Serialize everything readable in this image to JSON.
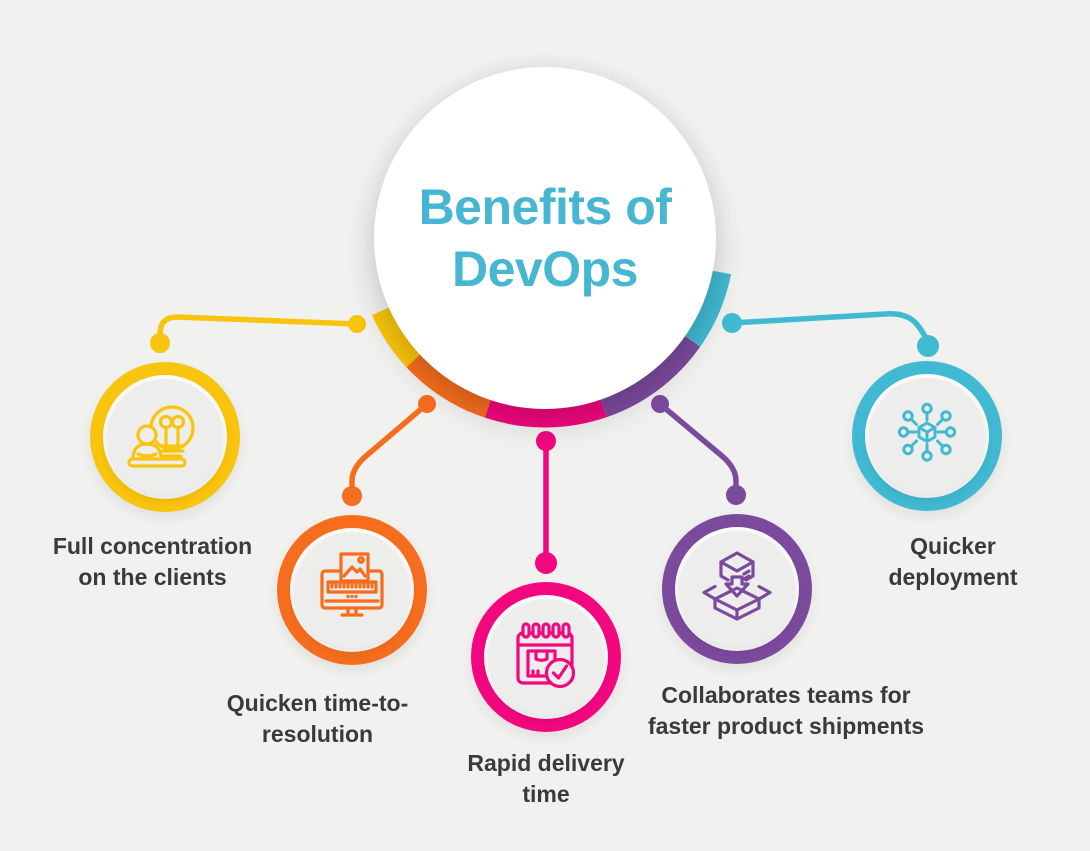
{
  "background_color": "#F1F1EF",
  "text_color": "#3A3A3A",
  "title": {
    "lines": [
      "Benefits of",
      "DevOps"
    ],
    "color": "#47B6D3"
  },
  "benefits": [
    {
      "name": "full-concentration",
      "lines": [
        "Full concentration",
        "on the clients"
      ],
      "color": "#F9C40E",
      "icon": "meditation-lightbulb-icon"
    },
    {
      "name": "quicken-resolution",
      "lines": [
        "Quicken time-to-",
        "resolution"
      ],
      "color": "#F66D1D",
      "icon": "monitor-image-icon"
    },
    {
      "name": "rapid-delivery",
      "lines": [
        "Rapid delivery",
        "time"
      ],
      "color": "#F2077F",
      "icon": "calendar-package-icon"
    },
    {
      "name": "collaborate-teams",
      "lines": [
        "Collaborates teams for",
        "faster product shipments"
      ],
      "color": "#7C4A9D",
      "icon": "unboxing-icon"
    },
    {
      "name": "quicker-deployment",
      "lines": [
        "Quicker",
        "deployment"
      ],
      "color": "#41B9D2",
      "icon": "network-cube-icon"
    }
  ]
}
